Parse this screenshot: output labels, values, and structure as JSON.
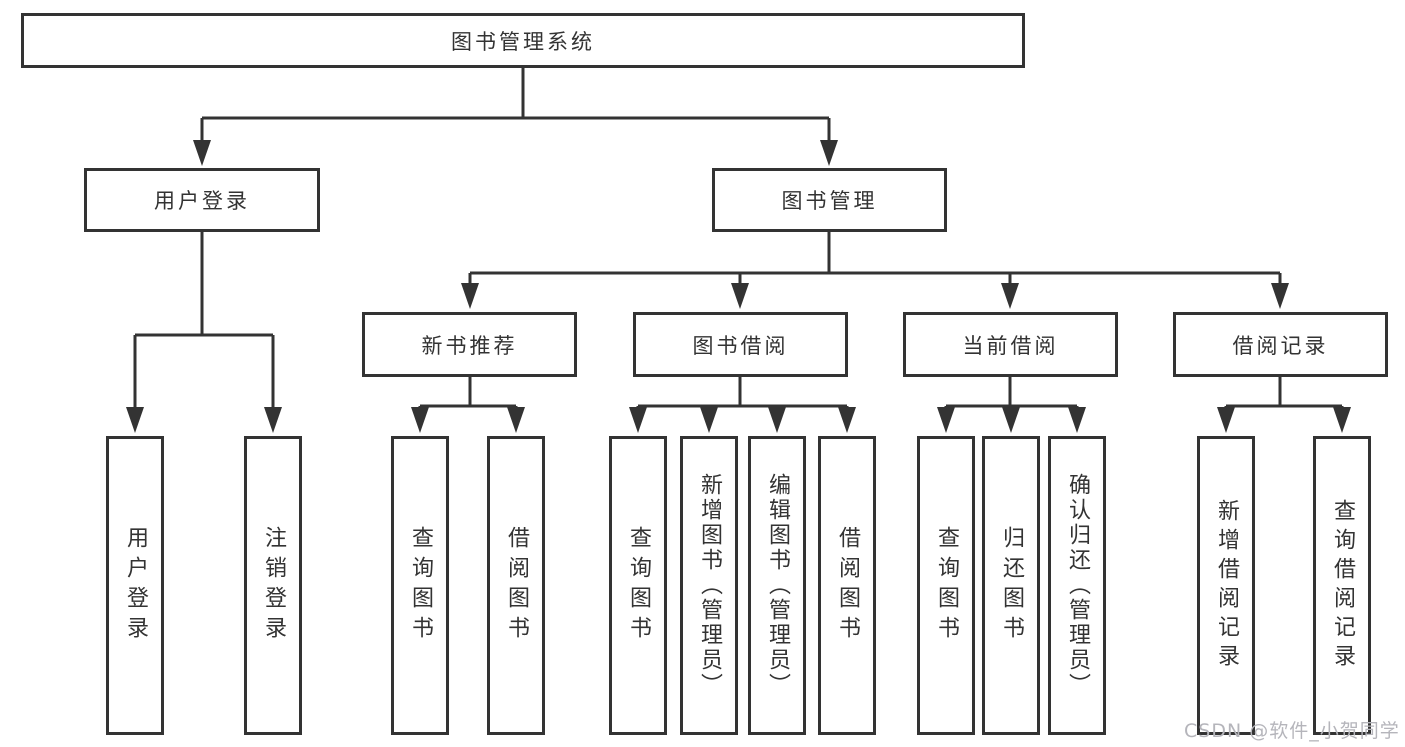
{
  "diagram": {
    "title": "图书管理系统",
    "type": "hierarchy-tree"
  },
  "colors": {
    "line": "#333333",
    "box_border": "#333333",
    "text": "#333333",
    "watermark": "#b5b5bb",
    "background": "#ffffff"
  },
  "tree": {
    "root": {
      "label": "图书管理系统"
    },
    "level2": [
      {
        "label": "用户登录",
        "leaves": [
          "用户登录",
          "注销登录"
        ]
      },
      {
        "label": "图书管理",
        "children": [
          {
            "label": "新书推荐",
            "leaves": [
              "查询图书",
              "借阅图书"
            ]
          },
          {
            "label": "图书借阅",
            "leaves": [
              "查询图书",
              "新增图书（管理员）",
              "编辑图书（管理员）",
              "借阅图书"
            ]
          },
          {
            "label": "当前借阅",
            "leaves": [
              "查询图书",
              "归还图书",
              "确认归还（管理员）"
            ]
          },
          {
            "label": "借阅记录",
            "leaves": [
              "新增借阅记录",
              "查询借阅记录"
            ]
          }
        ]
      }
    ]
  },
  "watermark": {
    "text": "CSDN @软件_小贺同学"
  }
}
